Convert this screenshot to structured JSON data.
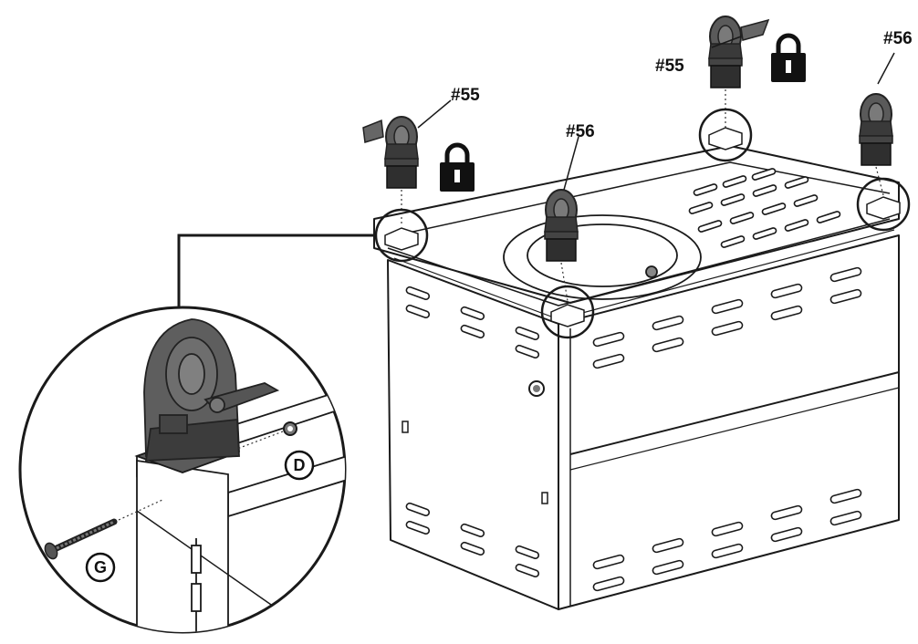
{
  "callouts": {
    "caster_locking_left": "#55",
    "caster_locking_right": "#55",
    "caster_center": "#56",
    "caster_right": "#56"
  },
  "detail": {
    "part_d": "D",
    "part_g": "G"
  },
  "colors": {
    "line": "#1a1a1a",
    "caster": "#555555",
    "caster_dark": "#333333",
    "cabinet_fill": "#ffffff"
  },
  "icons": [
    "lock-icon",
    "lock-icon"
  ]
}
